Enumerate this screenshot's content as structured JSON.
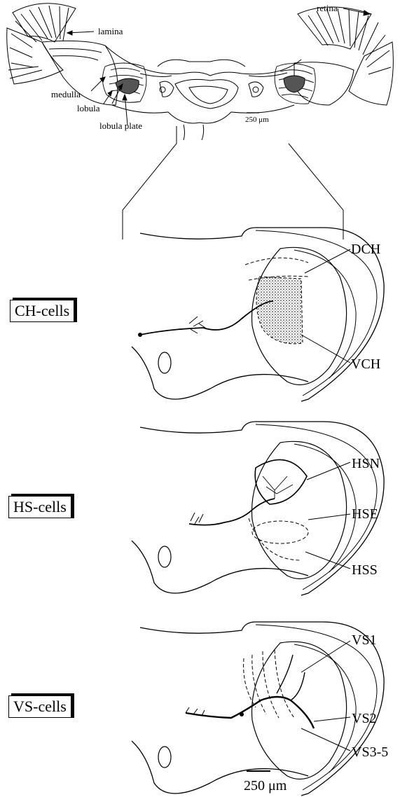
{
  "overview": {
    "labels": {
      "retina": "retina",
      "lamina": "lamina",
      "medulla": "medulla",
      "lobula": "lobula",
      "lobula_plate": "lobula plate",
      "scale": "250 μm"
    }
  },
  "panels": [
    {
      "cell_class": "CH-cells",
      "subtypes": [
        "DCH",
        "VCH"
      ]
    },
    {
      "cell_class": "HS-cells",
      "subtypes": [
        "HSN",
        "HSE",
        "HSS"
      ]
    },
    {
      "cell_class": "VS-cells",
      "subtypes": [
        "VS1",
        "VS2",
        "VS3-5"
      ]
    }
  ],
  "scale_bar": {
    "label": "250 μm"
  }
}
